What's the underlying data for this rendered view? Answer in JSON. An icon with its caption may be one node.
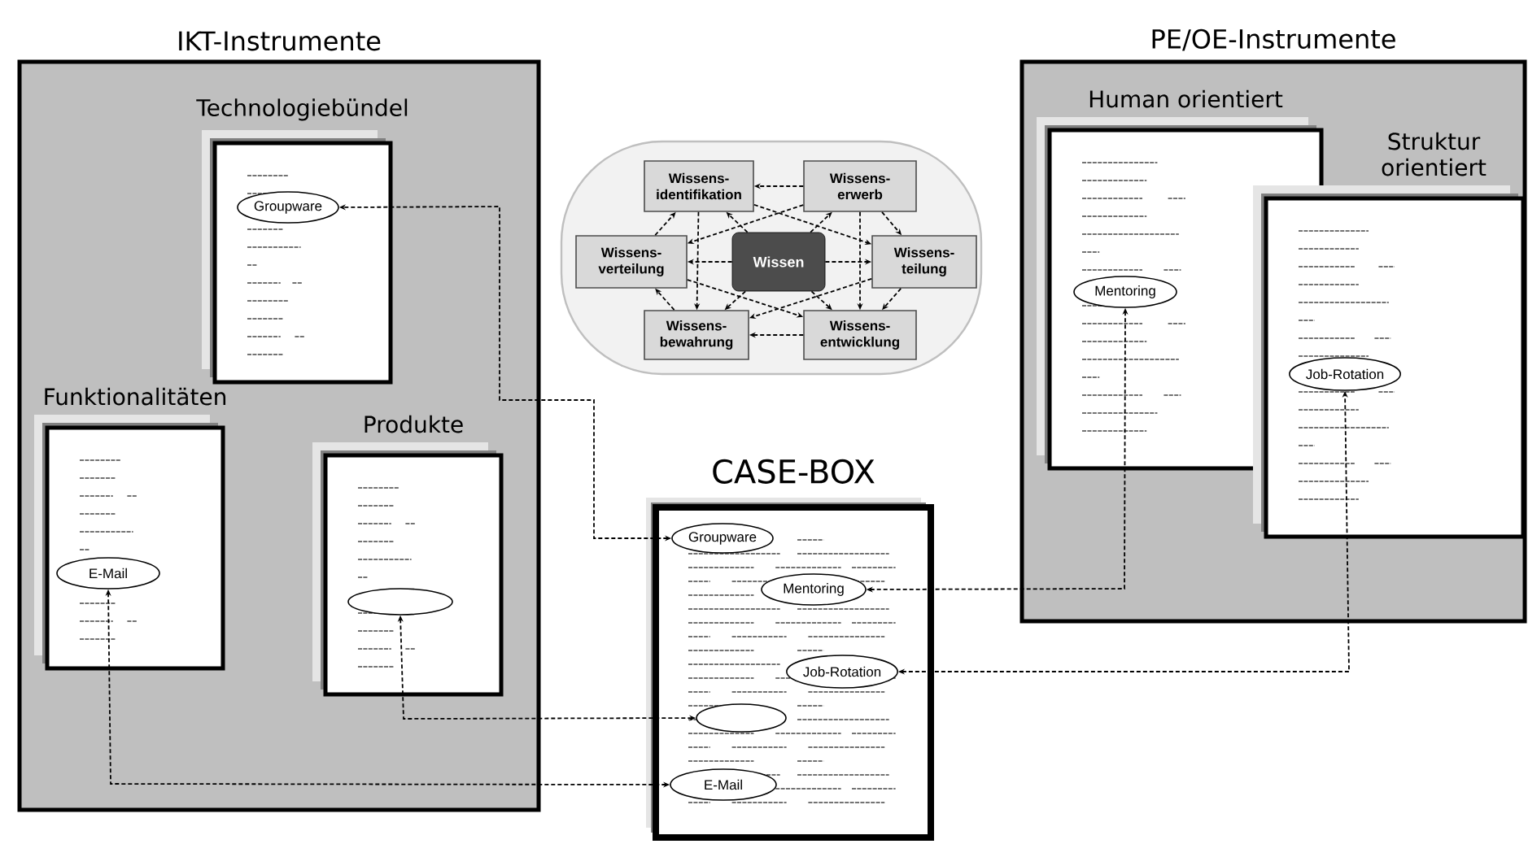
{
  "diagram": {
    "nodes": [
      {
        "text": [
          "IKT-Instrumente"
        ]
      },
      {
        "text": [
          "Technologiebündel"
        ],
        "in": 0
      },
      {
        "text": [
          "Groupware"
        ],
        "in": 1
      },
      {
        "text": [
          "Funktionalitäten"
        ],
        "in": 0
      },
      {
        "text": [
          "E-Mail"
        ],
        "in": 3
      },
      {
        "text": [
          "Produkte"
        ],
        "in": 0
      },
      {
        "text": [],
        "shape": "ellipse",
        "in": 5
      },
      {
        "text": [],
        "shape": "oval"
      },
      {
        "text": [
          "Wissen"
        ],
        "in": 7
      },
      {
        "text": [
          "Wissens- identifikation"
        ],
        "in": 7
      },
      {
        "text": [
          "Wissens- erwerb"
        ],
        "in": 7
      },
      {
        "text": [
          "Wissens- verteilung"
        ],
        "in": 7
      },
      {
        "text": [
          "Wissens- teilung"
        ],
        "in": 7
      },
      {
        "text": [
          "Wissens- bewahrung"
        ],
        "in": 7
      },
      {
        "text": [
          "Wissens- entwicklung"
        ],
        "in": 7
      },
      {
        "text": [
          "CASE-BOX"
        ]
      },
      {
        "text": [
          "Groupware"
        ],
        "in": 15
      },
      {
        "text": [
          "Mentoring"
        ],
        "in": 15
      },
      {
        "text": [
          "Job-Rotation"
        ],
        "in": 15
      },
      {
        "text": [],
        "shape": "ellipse",
        "in": 15
      },
      {
        "text": [
          "E-Mail"
        ],
        "in": 15
      },
      {
        "text": [
          "PE/OE-Instrumente"
        ]
      },
      {
        "text": [
          "Human orientiert"
        ],
        "in": 21
      },
      {
        "text": [
          "Mentoring"
        ],
        "in": 22
      },
      {
        "text": [
          "Struktur orientiert"
        ],
        "in": 21
      },
      {
        "text": [
          "Job-Rotation"
        ],
        "in": 24
      }
    ],
    "edges": [
      {
        "from": 8,
        "to": 9,
        "arrow": "to",
        "style": "dashed"
      },
      {
        "from": 8,
        "to": 10,
        "arrow": "to",
        "style": "dashed"
      },
      {
        "from": 8,
        "to": 11,
        "arrow": "to",
        "style": "dashed"
      },
      {
        "from": 8,
        "to": 12,
        "arrow": "to",
        "style": "dashed"
      },
      {
        "from": 8,
        "to": 13,
        "arrow": "to",
        "style": "dashed"
      },
      {
        "from": 8,
        "to": 14,
        "arrow": "to",
        "style": "dashed"
      },
      {
        "from": 10,
        "to": 9,
        "arrow": "to",
        "style": "dashed"
      },
      {
        "from": 10,
        "to": 12,
        "arrow": "to",
        "style": "dashed"
      },
      {
        "from": 12,
        "to": 14,
        "arrow": "to",
        "style": "dashed"
      },
      {
        "from": 14,
        "to": 13,
        "arrow": "to",
        "style": "dashed"
      },
      {
        "from": 13,
        "to": 11,
        "arrow": "to",
        "style": "dashed"
      },
      {
        "from": 11,
        "to": 9,
        "arrow": "to",
        "style": "dashed"
      },
      {
        "from": 9,
        "to": 13,
        "arrow": "to",
        "style": "dashed"
      },
      {
        "from": 10,
        "to": 14,
        "arrow": "to",
        "style": "dashed"
      },
      {
        "from": 9,
        "to": 12,
        "arrow": "to",
        "style": "dashed"
      },
      {
        "from": 10,
        "to": 11,
        "arrow": "to",
        "style": "dashed"
      },
      {
        "from": 11,
        "to": 14,
        "arrow": "to",
        "style": "dashed"
      },
      {
        "from": 12,
        "to": 13,
        "arrow": "to",
        "style": "dashed"
      },
      {
        "from": 16,
        "to": 2,
        "arrow": "both",
        "style": "dashed"
      },
      {
        "from": 17,
        "to": 23,
        "arrow": "both",
        "style": "dashed"
      },
      {
        "from": 18,
        "to": 25,
        "arrow": "both",
        "style": "dashed"
      },
      {
        "from": 19,
        "to": 6,
        "arrow": "both",
        "style": "dashed"
      },
      {
        "from": 20,
        "to": 4,
        "arrow": "both",
        "style": "dashed"
      }
    ]
  }
}
